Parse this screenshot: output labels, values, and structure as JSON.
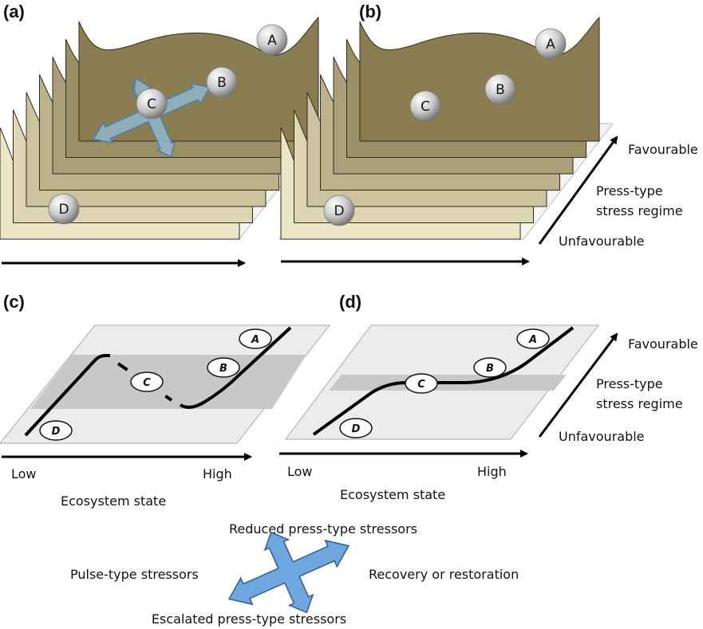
{
  "panels": {
    "a": "(a)",
    "b": "(b)",
    "c": "(c)",
    "d": "(d)"
  },
  "states": {
    "A": "A",
    "B": "B",
    "C": "C",
    "D": "D"
  },
  "axes": {
    "favourable": "Favourable",
    "press_line1": "Press-type",
    "press_line2": "stress regime",
    "unfavourable": "Unfavourable",
    "low": "Low",
    "high": "High",
    "ecosystem_state": "Ecosystem state"
  },
  "legend": {
    "top": "Reduced press-type stressors",
    "left": "Pulse-type stressors",
    "right": "Recovery or restoration",
    "bottom": "Escalated press-type stressors"
  },
  "colors": {
    "surface_back": "#8a7d52",
    "surface_front": "#ede6c6",
    "arrow_fill": "#6ea6df",
    "arrow_fill_faded": "#8fb6cf",
    "plane": "#ececec",
    "band": "#c8c8c8"
  }
}
